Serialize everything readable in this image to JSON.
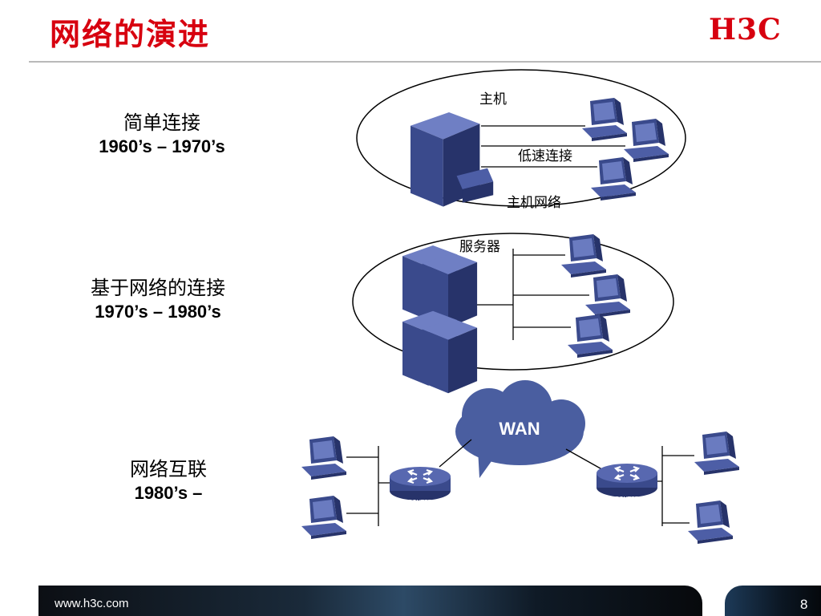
{
  "slide": {
    "title": "网络的演进",
    "logo": "H3C",
    "footer_url": "www.h3c.com",
    "page_number": "8"
  },
  "eras": [
    {
      "name": "简单连接",
      "years": "1960’s – 1970’s"
    },
    {
      "name": "基于网络的连接",
      "years": "1970’s – 1980’s"
    },
    {
      "name": "网络互联",
      "years": "1980’s –"
    }
  ],
  "diagram": {
    "host_label": "主机",
    "low_speed_label": "低速连接",
    "host_network_label": "主机网络",
    "server_label": "服务器",
    "wan_label": "WAN",
    "router_label": "ROUTER"
  },
  "colors": {
    "title_red": "#d7000f",
    "device_blue": "#3a4a8c",
    "cloud_blue": "#4a5ea0"
  }
}
